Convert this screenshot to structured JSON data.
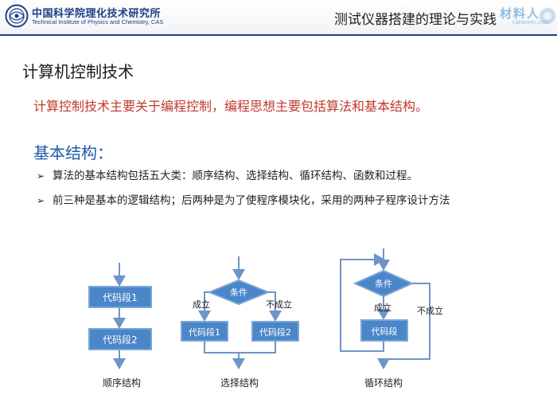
{
  "header": {
    "org_name_cn": "中国科学院理化技术研究所",
    "org_name_en": "Technical Institute of Physics and Chemistry, CAS",
    "course_title": "测试仪器搭建的理论与实践",
    "watermark_text": "材料人",
    "watermark_domain": "cailiaoren.com"
  },
  "slide": {
    "title": "计算机控制技术",
    "summary": "计算控制技术主要关于编程控制，编程思想主要包括算法和基本结构。",
    "section_title": "基本结构：",
    "bullets": [
      {
        "text": "算法的基本结构包括五大类：顺序结构、选择结构、循环结构、函数和过程。"
      },
      {
        "text": "前三种是基本的逻辑结构；后两种是为了使程序模块化，采用的两种子程序设计方法"
      }
    ]
  },
  "diagram": {
    "colors": {
      "box_fill": "#4a86c8",
      "box_stroke": "#7aa6d8",
      "line": "#6f94c8",
      "text": "#ffffff"
    },
    "sequential": {
      "caption": "顺序结构",
      "block1": "代码段1",
      "block2": "代码段2"
    },
    "selection": {
      "caption": "选择结构",
      "condition": "条件",
      "true_label": "成立",
      "false_label": "不成立",
      "block1": "代码段1",
      "block2": "代码段2"
    },
    "loop": {
      "caption": "循环结构",
      "condition": "条件",
      "true_label": "成立",
      "false_label": "不成立",
      "block": "代码段"
    }
  }
}
